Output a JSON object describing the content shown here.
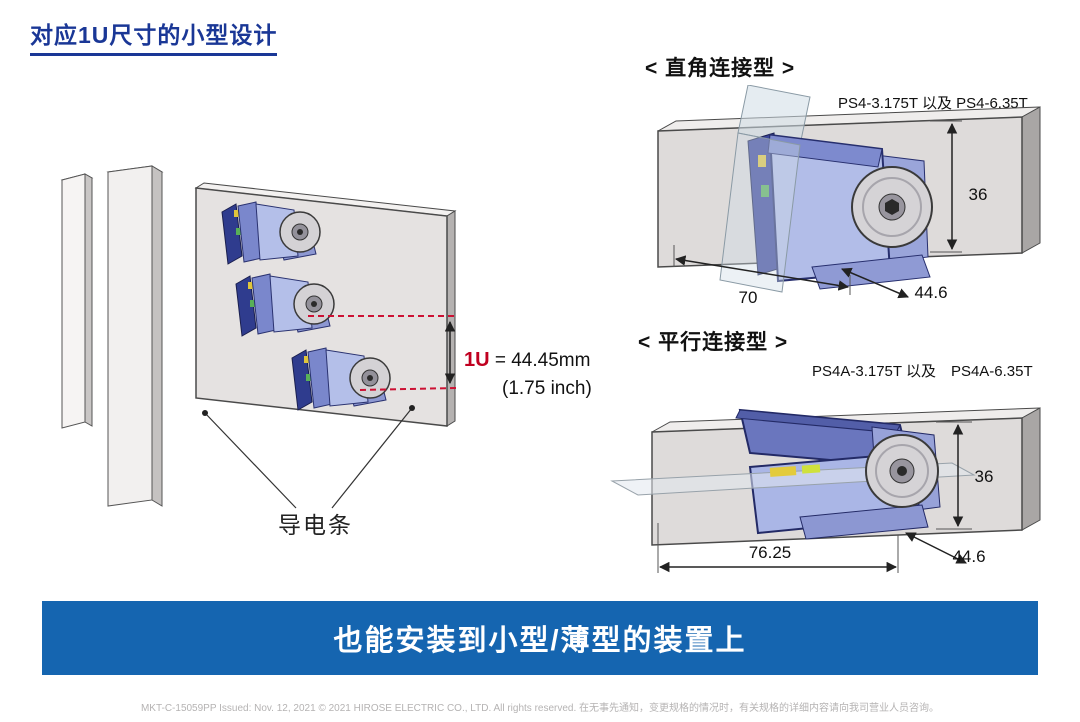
{
  "page": {
    "title": "对应1U尺寸的小型设计",
    "banner": "也能安装到小型/薄型的装置上",
    "footer": "MKT-C-15059PP  Issued: Nov. 12, 2021  © 2021 HIROSE ELECTRIC CO., LTD. All rights reserved.  在无事先通知，变更规格的情况时，有关规格的详细内容请向我司营业人员咨询。"
  },
  "left_diagram": {
    "unit_label": "1U",
    "unit_value": "= 44.45mm",
    "unit_value_inch": "(1.75 inch)",
    "busbar_label": "导电条"
  },
  "right_angle": {
    "heading": "< 直角连接型 >",
    "models": "PS4-3.175T 以及 PS4-6.35T",
    "dims": {
      "width": "70",
      "depth": "44.6",
      "height": "36"
    }
  },
  "parallel": {
    "heading": "< 平行连接型 >",
    "models": "PS4A-3.175T 以及　PS4A-6.35T",
    "dims": {
      "width": "76.25",
      "depth": "44.6",
      "height": "36"
    }
  },
  "colors": {
    "title_blue": "#1a3796",
    "banner_blue": "#1565b0",
    "accent_red": "#c00020",
    "connector_light": "#b2bde8",
    "connector_dark": "#39449a"
  }
}
